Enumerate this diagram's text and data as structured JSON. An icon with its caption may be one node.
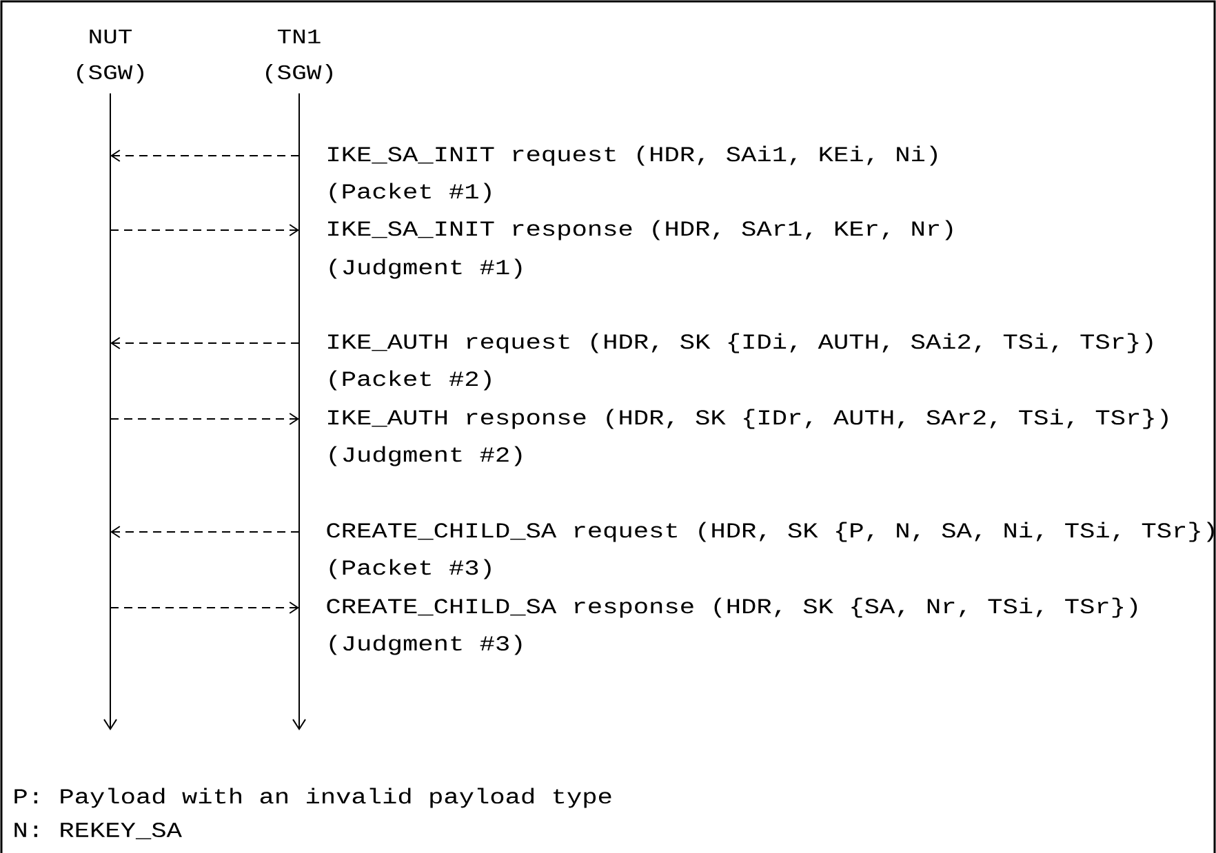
{
  "diagram": {
    "nodes": [
      {
        "text": [
          "NUT",
          "(SGW)"
        ]
      },
      {
        "text": [
          "TN1",
          "(SGW)"
        ]
      }
    ],
    "edges": [
      {
        "from": 1,
        "to": 0,
        "arrow": "to",
        "style": "dashed",
        "label": "IKE_SA_INIT request (HDR, SAi1, KEi, Ni)"
      },
      {
        "from": 0,
        "to": 1,
        "arrow": "to",
        "style": "dashed",
        "label": "IKE_SA_INIT response (HDR, SAr1, KEr, Nr)"
      },
      {
        "from": 1,
        "to": 0,
        "arrow": "to",
        "style": "dashed",
        "label": "IKE_AUTH request (HDR, SK {IDi, AUTH, SAi2, TSi, TSr})"
      },
      {
        "from": 0,
        "to": 1,
        "arrow": "to",
        "style": "dashed",
        "label": "IKE_AUTH response (HDR, SK {IDr, AUTH, SAr2, TSi, TSr})"
      },
      {
        "from": 1,
        "to": 0,
        "arrow": "to",
        "style": "dashed",
        "label": "CREATE_CHILD_SA request (HDR, SK {P, N, SA, Ni, TSi, TSr})"
      },
      {
        "from": 0,
        "to": 1,
        "arrow": "to",
        "style": "dashed",
        "label": "CREATE_CHILD_SA response (HDR, SK {SA, Nr, TSi, TSr})"
      }
    ],
    "labels": [
      "(Packet #1)",
      "(Judgment #1)",
      "(Packet #2)",
      "(Judgment #2)",
      "(Packet #3)",
      "(Judgment #3)",
      "P: Payload with an invalid payload type",
      "N: REKEY_SA"
    ]
  }
}
